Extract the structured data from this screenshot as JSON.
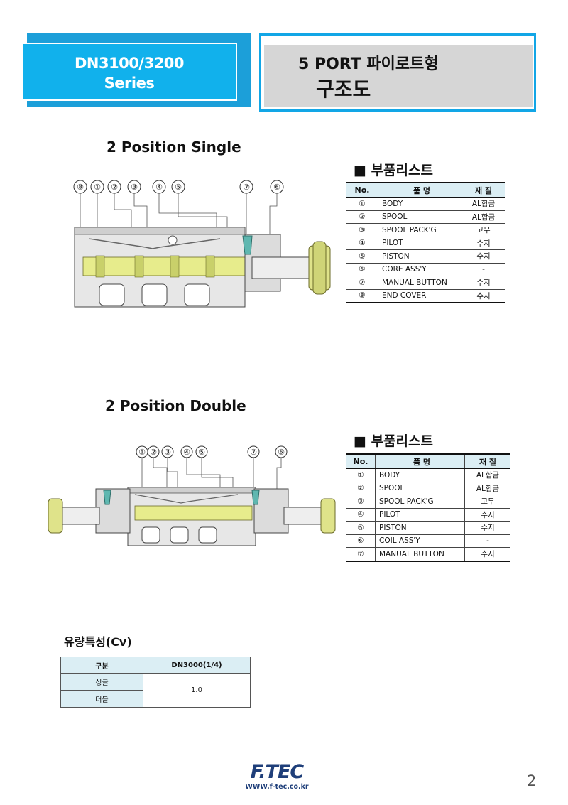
{
  "header": {
    "series_line1": "DN3100/3200",
    "series_line2": "Series",
    "title_line1": "5 PORT 파이로트형",
    "title_line2": "구조도"
  },
  "single": {
    "section_title": "2 Position Single",
    "parts_title": "■ 부품리스트",
    "callouts": [
      "⑧",
      "①",
      "②",
      "③",
      "④",
      "⑤",
      "⑦",
      "⑥"
    ],
    "columns": [
      "No.",
      "품 명",
      "재 질"
    ],
    "rows": [
      {
        "no": "①",
        "name": "BODY",
        "material": "AL합금"
      },
      {
        "no": "②",
        "name": "SPOOL",
        "material": "AL합금"
      },
      {
        "no": "③",
        "name": "SPOOL PACK'G",
        "material": "고무"
      },
      {
        "no": "④",
        "name": "PILOT",
        "material": "수지"
      },
      {
        "no": "⑤",
        "name": "PISTON",
        "material": "수지"
      },
      {
        "no": "⑥",
        "name": "CORE ASS'Y",
        "material": "-"
      },
      {
        "no": "⑦",
        "name": "MANUAL BUTTON",
        "material": "수지"
      },
      {
        "no": "⑧",
        "name": "END COVER",
        "material": "수지"
      }
    ]
  },
  "double": {
    "section_title": "2 Position Double",
    "parts_title": "■ 부품리스트",
    "callouts": [
      "①",
      "②",
      "③",
      "④",
      "⑤",
      "⑦",
      "⑥"
    ],
    "columns": [
      "No.",
      "품 명",
      "재 질"
    ],
    "rows": [
      {
        "no": "①",
        "name": "BODY",
        "material": "AL합금"
      },
      {
        "no": "②",
        "name": "SPOOL",
        "material": "AL합금"
      },
      {
        "no": "③",
        "name": "SPOOL PACK'G",
        "material": "고무"
      },
      {
        "no": "④",
        "name": "PILOT",
        "material": "수지"
      },
      {
        "no": "⑤",
        "name": "PISTON",
        "material": "수지"
      },
      {
        "no": "⑥",
        "name": "COIL ASS'Y",
        "material": "-"
      },
      {
        "no": "⑦",
        "name": "MANUAL BUTTON",
        "material": "수지"
      }
    ]
  },
  "flow": {
    "title": "유량특성(Cv)",
    "header_col1": "구분",
    "header_col2": "DN3000(1/4)",
    "row1_label": "싱글",
    "row2_label": "더블",
    "value": "1.0"
  },
  "footer": {
    "logo": "F.TEC",
    "url": "WWW.f-tec.co.kr",
    "page_number": "2"
  },
  "colors": {
    "accent_blue": "#11b1ec",
    "table_header_bg": "#dbeef4",
    "spool_yellow": "#e7ec8c"
  }
}
